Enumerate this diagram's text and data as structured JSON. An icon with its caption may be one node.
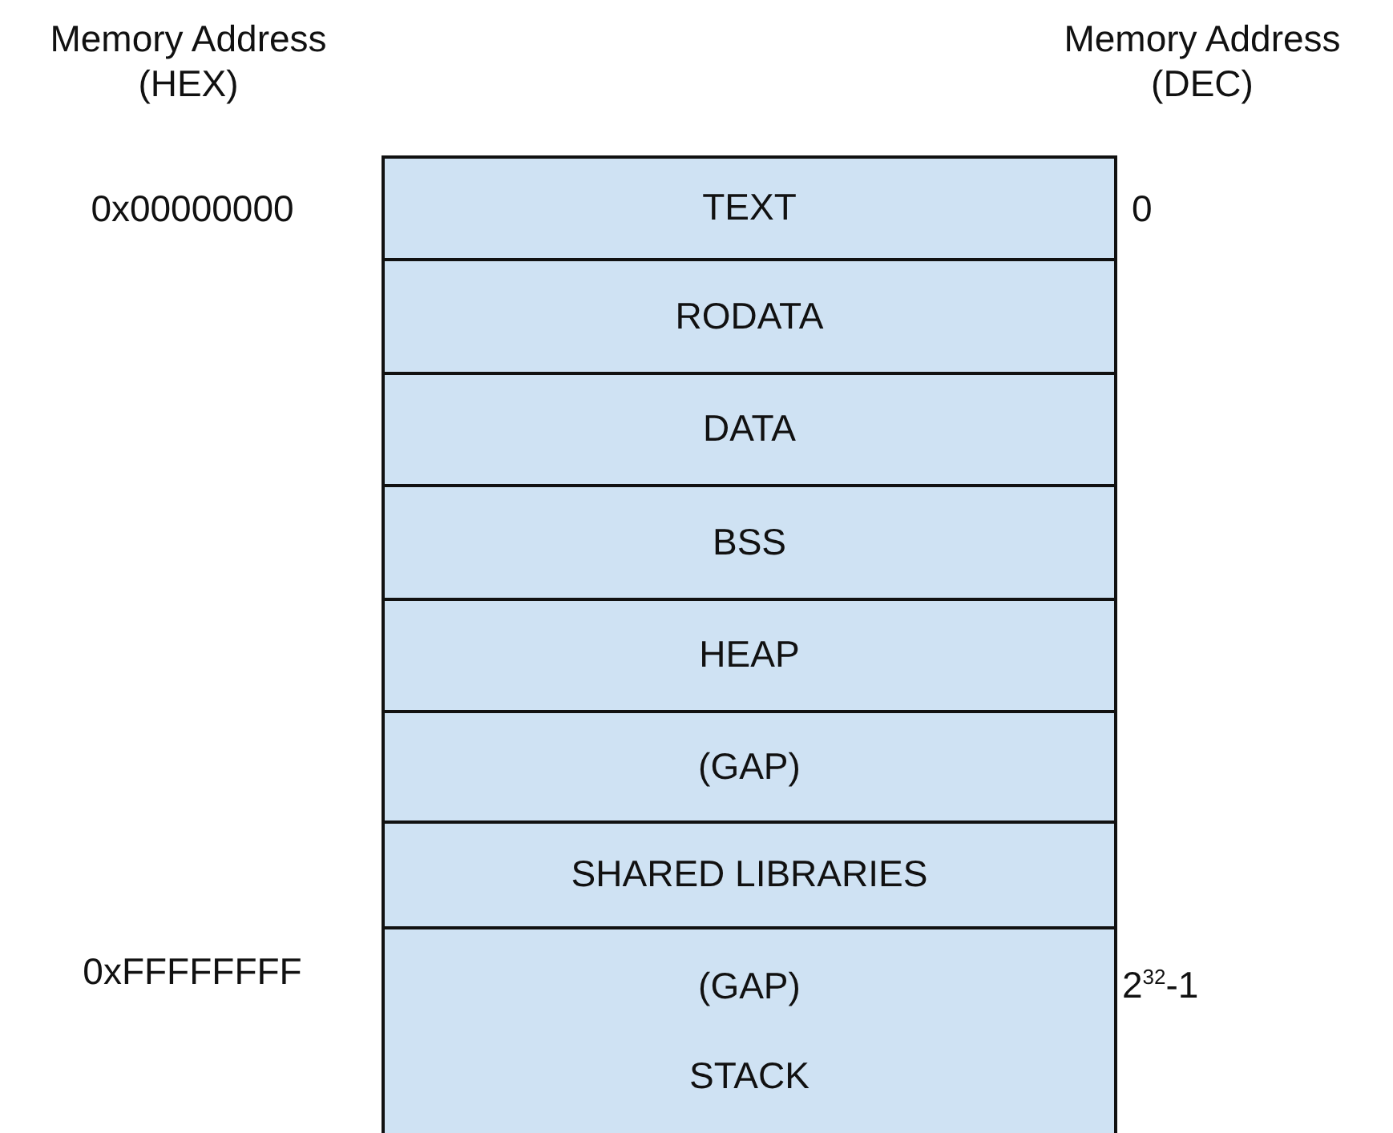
{
  "diagram": {
    "nodes": [
      {
        "text": [
          "TEXT"
        ]
      },
      {
        "text": [
          "RODATA"
        ]
      },
      {
        "text": [
          "DATA"
        ]
      },
      {
        "text": [
          "BSS"
        ]
      },
      {
        "text": [
          "HEAP"
        ]
      },
      {
        "text": [
          "(GAP)"
        ]
      },
      {
        "text": [
          "SHARED LIBRARIES"
        ]
      },
      {
        "text": [
          "(GAP)",
          "STACK"
        ]
      }
    ],
    "labels": [
      "Memory Address (HEX)",
      "Memory Address (DEC)",
      "0x00000000",
      "0",
      "0xFFFFFFFF",
      "2$^{32}$-1"
    ]
  }
}
